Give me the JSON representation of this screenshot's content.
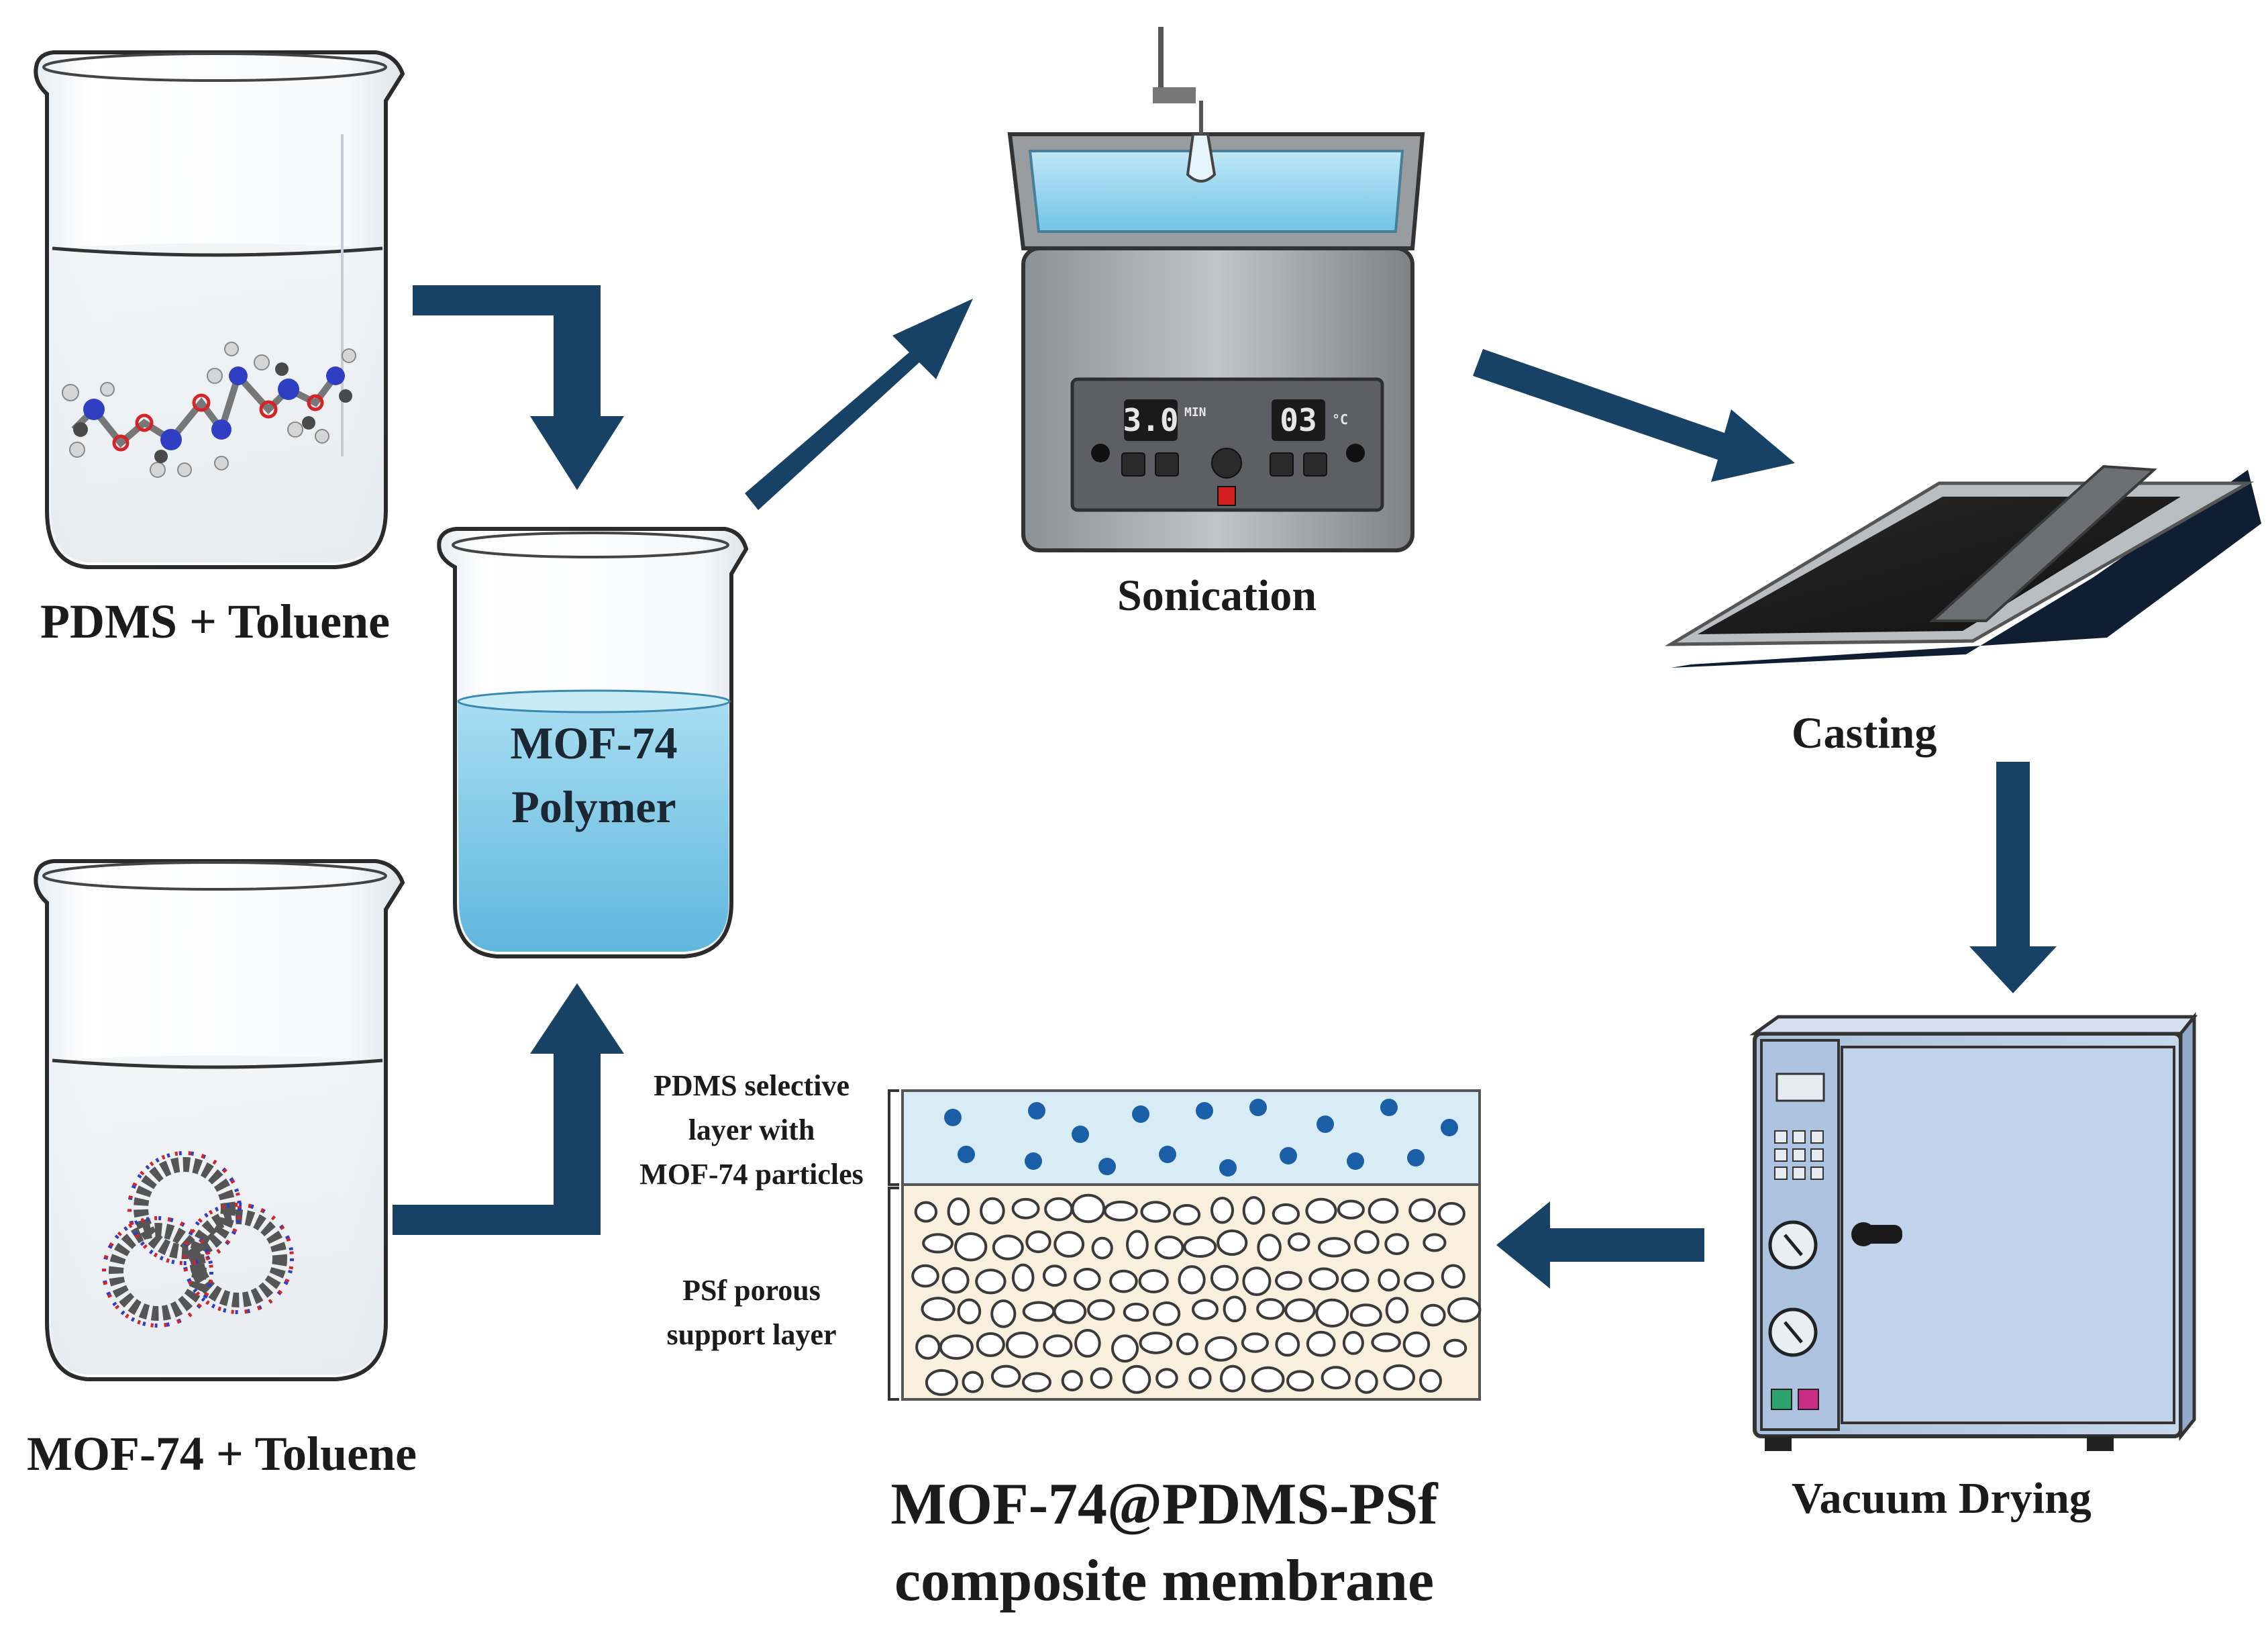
{
  "steps": {
    "pdms_toluene": "PDMS + Toluene",
    "mof_toluene": "MOF-74 + Toluene",
    "mixture_line1": "MOF-74",
    "mixture_line2": "Polymer",
    "sonication": "Sonication",
    "casting": "Casting",
    "vacuum_drying": "Vacuum Drying"
  },
  "sonicator_panel": {
    "time_value": "3.0",
    "time_unit": "MIN",
    "temp_value": "03",
    "temp_unit": "°C"
  },
  "membrane": {
    "selective_layer_label": [
      "PDMS selective",
      "layer with",
      "MOF-74 particles"
    ],
    "support_layer_label": [
      "PSf porous",
      "support layer"
    ],
    "title_line1": "MOF-74@PDMS-PSf",
    "title_line2": "composite membrane"
  },
  "colors": {
    "arrow": "#184166",
    "liquid_blue": "#8fd0ec",
    "selective_layer": "#d8ecf6",
    "support_layer": "#f8efdc",
    "particle": "#1b5fa8",
    "oven_body": "#b9cde6"
  },
  "icons": [
    "beaker-icon",
    "molecule-icon",
    "mof-framework-icon",
    "sonicator-icon",
    "casting-plate-icon",
    "vacuum-oven-icon",
    "membrane-cross-section-icon",
    "arrow-icon"
  ]
}
